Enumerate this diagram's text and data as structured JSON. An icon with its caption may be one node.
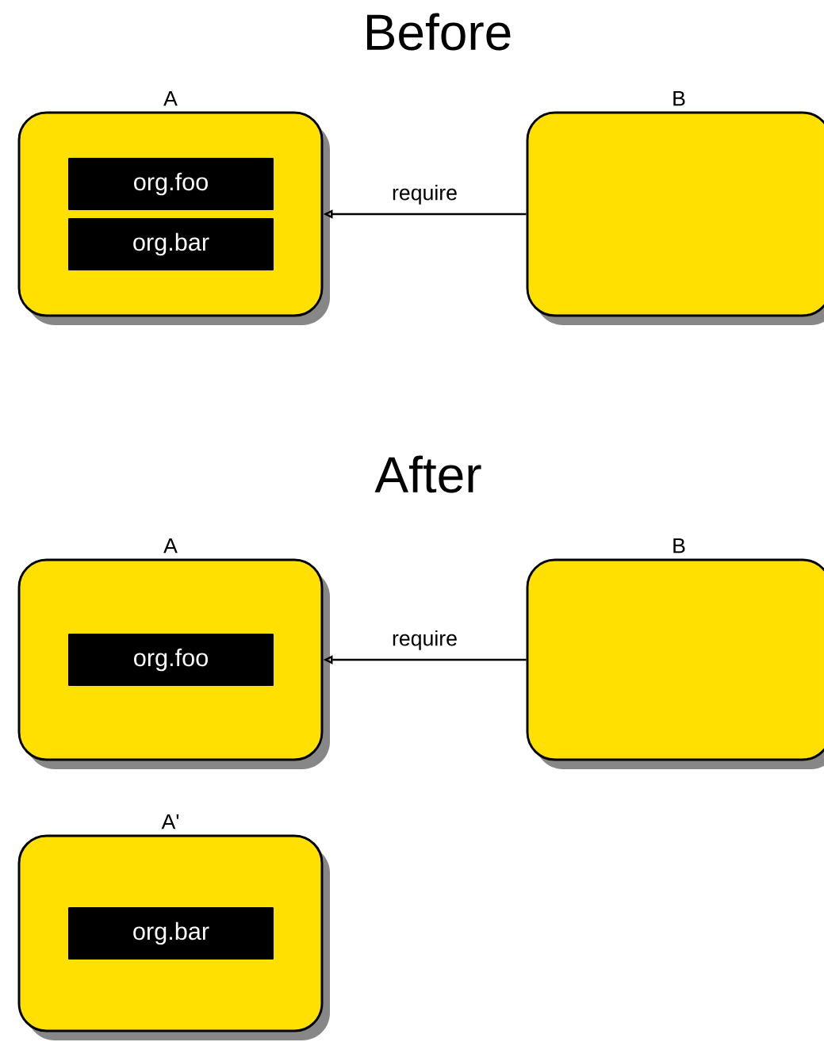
{
  "diagram": {
    "nodes": [
      {
        "text": [
          "A"
        ]
      },
      {
        "text": [
          "org.foo"
        ],
        "in": 0
      },
      {
        "text": [
          "org.bar"
        ],
        "in": 0
      },
      {
        "text": [
          "B"
        ]
      },
      {
        "text": [
          "A"
        ]
      },
      {
        "text": [
          "org.foo"
        ],
        "in": 4
      },
      {
        "text": [
          "B"
        ]
      },
      {
        "text": [
          "A'"
        ]
      },
      {
        "text": [
          "org.bar"
        ],
        "in": 7
      }
    ],
    "edges": [
      {
        "from": 3,
        "to": 0,
        "arrow": "to",
        "label": "require"
      },
      {
        "from": 6,
        "to": 4,
        "arrow": "to",
        "label": "require"
      }
    ],
    "labels": [
      "Before",
      "After"
    ]
  }
}
